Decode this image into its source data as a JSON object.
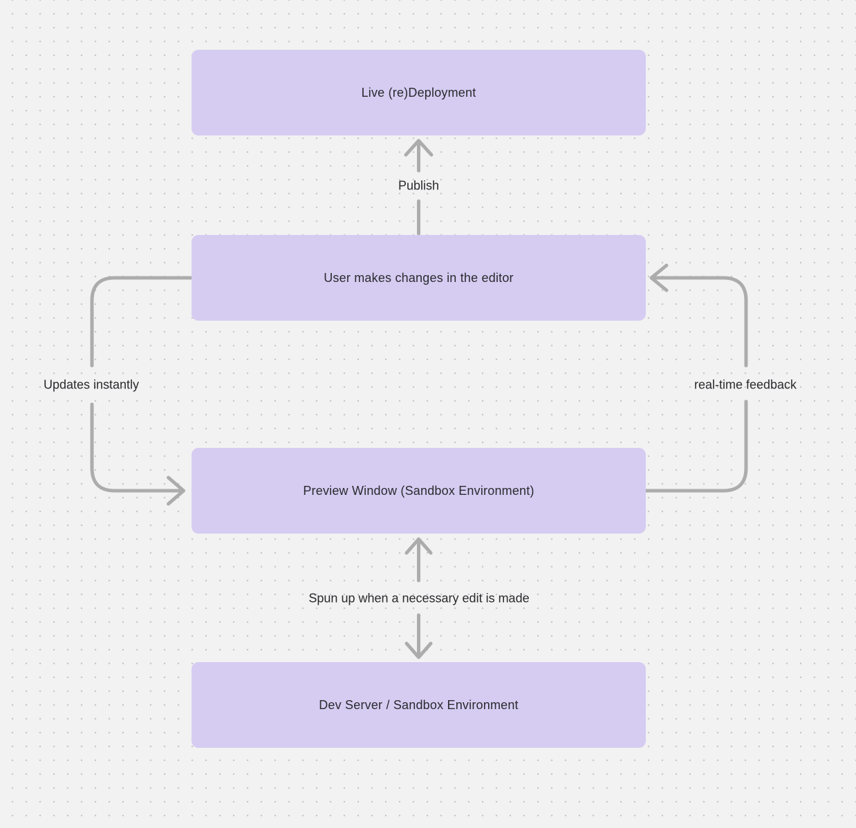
{
  "diagram": {
    "colors": {
      "background": "#F2F2F2",
      "dot": "#C7C7C9",
      "node_fill": "#D6CCF2",
      "node_text": "#2A2A2E",
      "arrow": "#ACACAC",
      "label_text": "#2A2A2E"
    },
    "nodes": [
      {
        "id": "live-redeployment",
        "label": "Live (re)Deployment"
      },
      {
        "id": "user-editor",
        "label": "User makes changes in the editor"
      },
      {
        "id": "preview-window",
        "label": "Preview Window (Sandbox Environment)"
      },
      {
        "id": "dev-server",
        "label": "Dev Server / Sandbox Environment"
      }
    ],
    "edges": [
      {
        "id": "publish",
        "from": "user-editor",
        "to": "live-redeployment",
        "label": "Publish"
      },
      {
        "id": "updates-instantly",
        "from": "user-editor",
        "to": "preview-window",
        "label": "Updates instantly"
      },
      {
        "id": "real-time-feedback",
        "from": "preview-window",
        "to": "user-editor",
        "label": "real-time feedback"
      },
      {
        "id": "sandbox-spinup",
        "from": "preview-window",
        "to": "dev-server",
        "label": "Spun up when a necessary edit is made",
        "direction": "bidirectional"
      }
    ]
  }
}
